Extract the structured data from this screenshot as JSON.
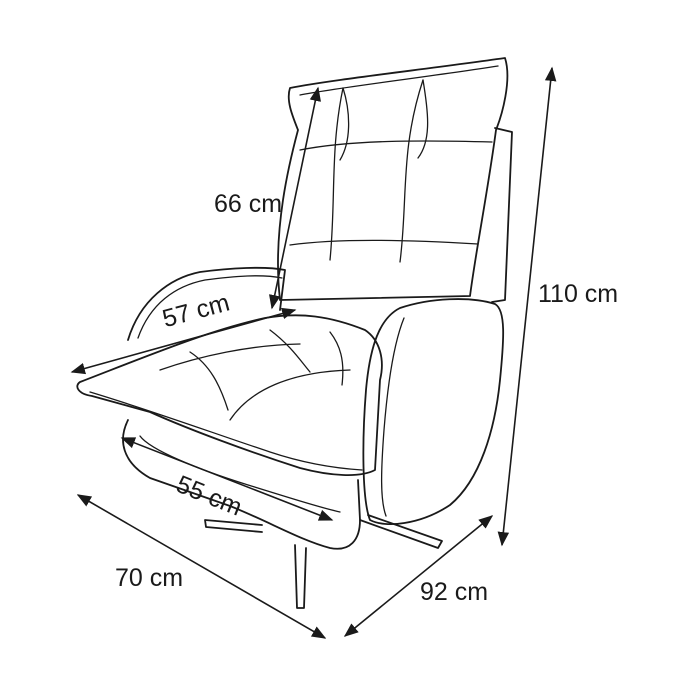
{
  "dimensions": {
    "backrest_height": "66 cm",
    "seat_width": "57 cm",
    "seat_depth": "55 cm",
    "total_height": "110 cm",
    "total_width": "70 cm",
    "total_depth": "92 cm"
  }
}
